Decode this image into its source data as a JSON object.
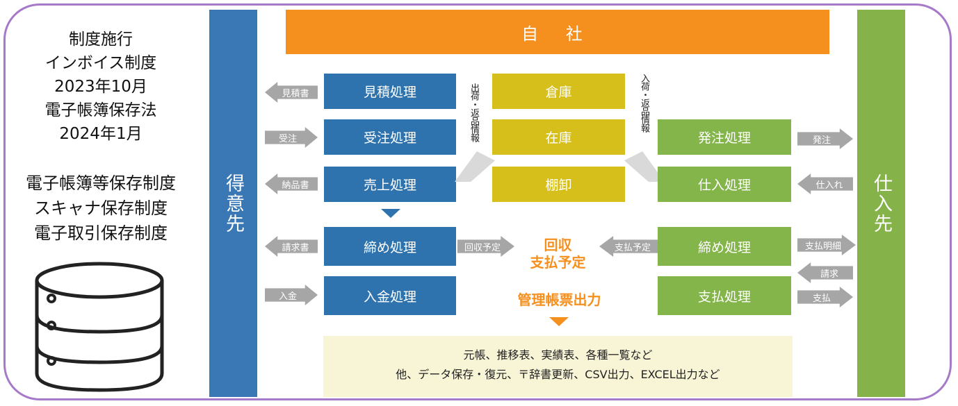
{
  "left_info": {
    "line1": "制度施行",
    "line2": "インボイス制度",
    "line3": "2023年10月",
    "line4": "電子帳簿保存法",
    "line5": "2024年1月",
    "system1": "電子帳簿等保存制度",
    "system2": "スキャナ保存制度",
    "system3": "電子取引保存制度"
  },
  "customer_label": "得意先",
  "supplier_label": "仕入先",
  "company_label": "自 社",
  "blue_boxes": [
    "見積処理",
    "受注処理",
    "売上処理",
    "締め処理",
    "入金処理"
  ],
  "yellow_boxes": [
    "倉庫",
    "在庫",
    "棚卸"
  ],
  "green_boxes": [
    "発注処理",
    "仕入処理",
    "締め処理",
    "支払処理"
  ],
  "left_arrows": {
    "estimate_doc": "見積書",
    "order": "受注",
    "delivery_note": "納品書",
    "invoice": "請求書",
    "payment_received": "入金"
  },
  "right_arrows": {
    "purchase_order": "発注",
    "purchase": "仕入れ",
    "payment_statement": "支払明細",
    "billing": "請求",
    "payment": "支払"
  },
  "middle_arrows": {
    "collection_schedule": "回収予定",
    "payment_schedule": "支払予定"
  },
  "vertical_labels": {
    "shipping_return": "出荷・返品情報",
    "receiving_return": "入荷・返品情報"
  },
  "center_text": {
    "collect_line1": "回収",
    "collect_line2": "支払予定",
    "reports": "管理帳票出力"
  },
  "bottom_box": {
    "line1": "元帳、推移表、実績表、各種一覧など",
    "line2": "他、データ保存・復元、〒辞書更新、CSV出力、EXCEL出力など"
  },
  "colors": {
    "blue": "#2f73ae",
    "green": "#84b54a",
    "orange": "#f5901e",
    "yellow": "#d6bf1b",
    "gray_arrow": "#a6a6a6",
    "frame": "#a679c9"
  },
  "icons": [
    "database-icon"
  ]
}
